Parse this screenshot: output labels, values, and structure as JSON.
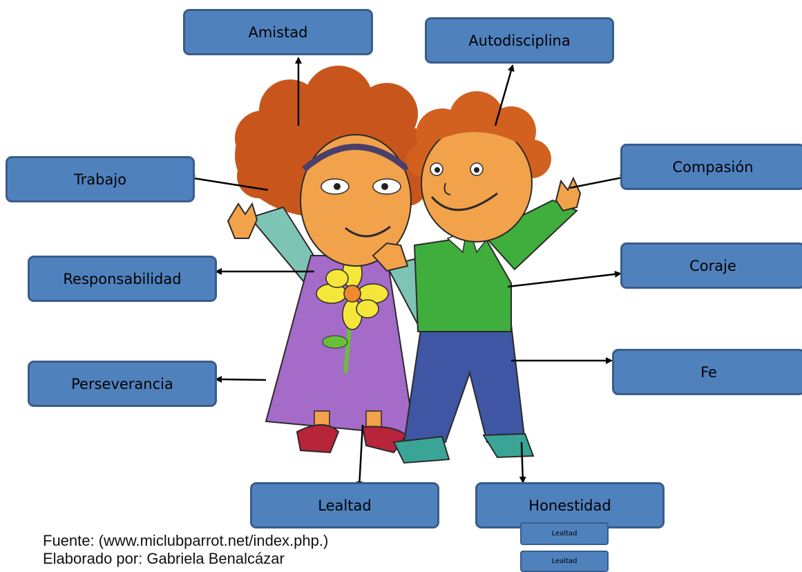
{
  "labels": {
    "amistad": "Amistad",
    "autodisciplina": "Autodisciplina",
    "trabajo": "Trabajo",
    "compasion": "Compasión",
    "responsabilidad": "Responsabilidad",
    "coraje": "Coraje",
    "perseverancia": "Perseverancia",
    "fe": "Fe",
    "lealtad": "Lealtad",
    "honestidad": "Honestidad",
    "lealtad_small_1": "Lealtad",
    "lealtad_small_2": "Lealtad"
  },
  "caption": {
    "source": "Fuente: (www.miclubparrot.net/index.php.)",
    "author": "Elaborado por: Gabriela Benalcázar"
  },
  "colors": {
    "box_fill": "#4f81bd",
    "box_border": "#385d8a",
    "girl_hair": "#c8561c",
    "boy_hair": "#d2601f",
    "skin": "#f2a24a",
    "girl_dress": "#a56bc8",
    "girl_sleeve": "#7ec4b4",
    "boy_sweater": "#3fae3c",
    "boy_pants": "#3e56a3",
    "flower_petal": "#f5e63a",
    "flower_center": "#ef8a2c",
    "girl_shoe": "#b8243a",
    "boy_shoe": "#3aa596"
  }
}
